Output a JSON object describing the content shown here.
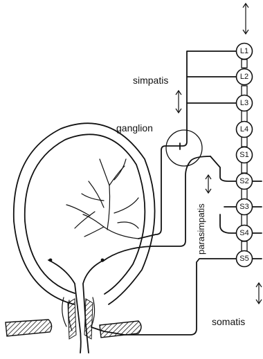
{
  "labels": {
    "simpatis": "simpatis",
    "ganglion": "ganglion",
    "parasimpatis": "parasimpatis",
    "somatis": "somatis"
  },
  "segments": [
    "L1",
    "L2",
    "L3",
    "L4",
    "S1",
    "S2",
    "S3",
    "S4",
    "S5"
  ]
}
